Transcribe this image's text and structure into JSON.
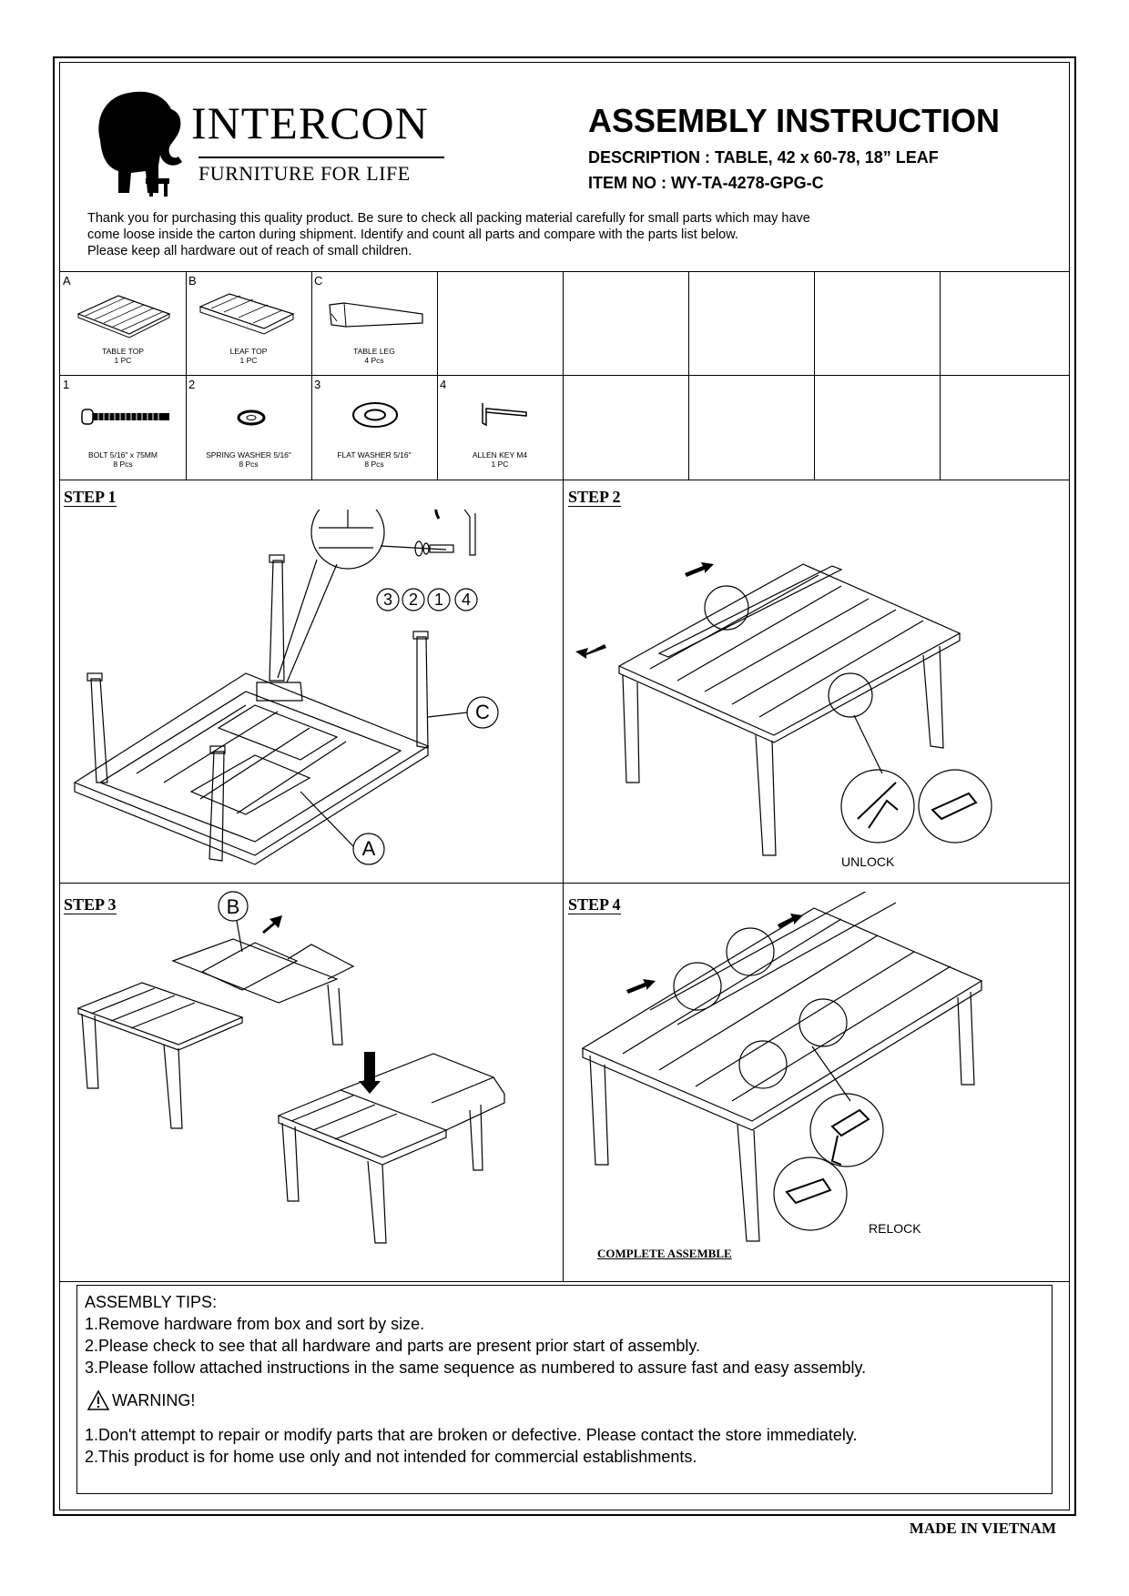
{
  "header": {
    "brand": "INTERCON",
    "tagline": "FURNITURE FOR LIFE",
    "title": "ASSEMBLY INSTRUCTION",
    "description": "DESCRIPTION : TABLE, 42 x 60-78, 18” LEAF",
    "item_no": "ITEM NO : WY-TA-4278-GPG-C"
  },
  "intro": [
    "Thank you for purchasing this quality product. Be sure to check all packing material carefully for small parts which may have",
    "come loose inside the carton during shipment. Identify and count all parts and compare with the parts list below.",
    "Please keep all hardware out of reach of small children."
  ],
  "parts": [
    {
      "id": "A",
      "name": "TABLE TOP",
      "qty": "1 PC"
    },
    {
      "id": "B",
      "name": "LEAF TOP",
      "qty": "1 PC"
    },
    {
      "id": "C",
      "name": "TABLE LEG",
      "qty": "4 Pcs"
    }
  ],
  "hardware": [
    {
      "id": "1",
      "name": "BOLT  5/16\" x 75MM",
      "qty": "8 Pcs"
    },
    {
      "id": "2",
      "name": "SPRING WASHER  5/16\"",
      "qty": "8 Pcs"
    },
    {
      "id": "3",
      "name": "FLAT WASHER  5/16\"",
      "qty": "8 Pcs"
    },
    {
      "id": "4",
      "name": "ALLEN KEY  M4",
      "qty": "1 PC"
    }
  ],
  "steps": {
    "step1": {
      "label": "STEP 1",
      "callouts": [
        "3",
        "2",
        "1",
        "4",
        "C",
        "A"
      ]
    },
    "step2": {
      "label": "STEP 2",
      "note": "UNLOCK"
    },
    "step3": {
      "label": "STEP 3",
      "callout": "B"
    },
    "step4": {
      "label": "STEP 4",
      "note": "RELOCK",
      "caption": "COMPLETE ASSEMBLE"
    }
  },
  "tips": {
    "heading": "ASSEMBLY TIPS:",
    "items": [
      "1.Remove hardware from box and sort by size.",
      "2.Please check to see that all hardware and parts are present prior start of assembly.",
      "3.Please follow attached instructions in the same sequence as numbered to assure fast and easy assembly."
    ],
    "warning_heading": "WARNING!",
    "warnings": [
      "1.Don't attempt to repair or modify parts that are broken or defective. Please contact the store immediately.",
      "2.This product is for home use only and not intended for commercial establishments."
    ]
  },
  "footer": {
    "origin": "MADE IN VIETNAM"
  }
}
